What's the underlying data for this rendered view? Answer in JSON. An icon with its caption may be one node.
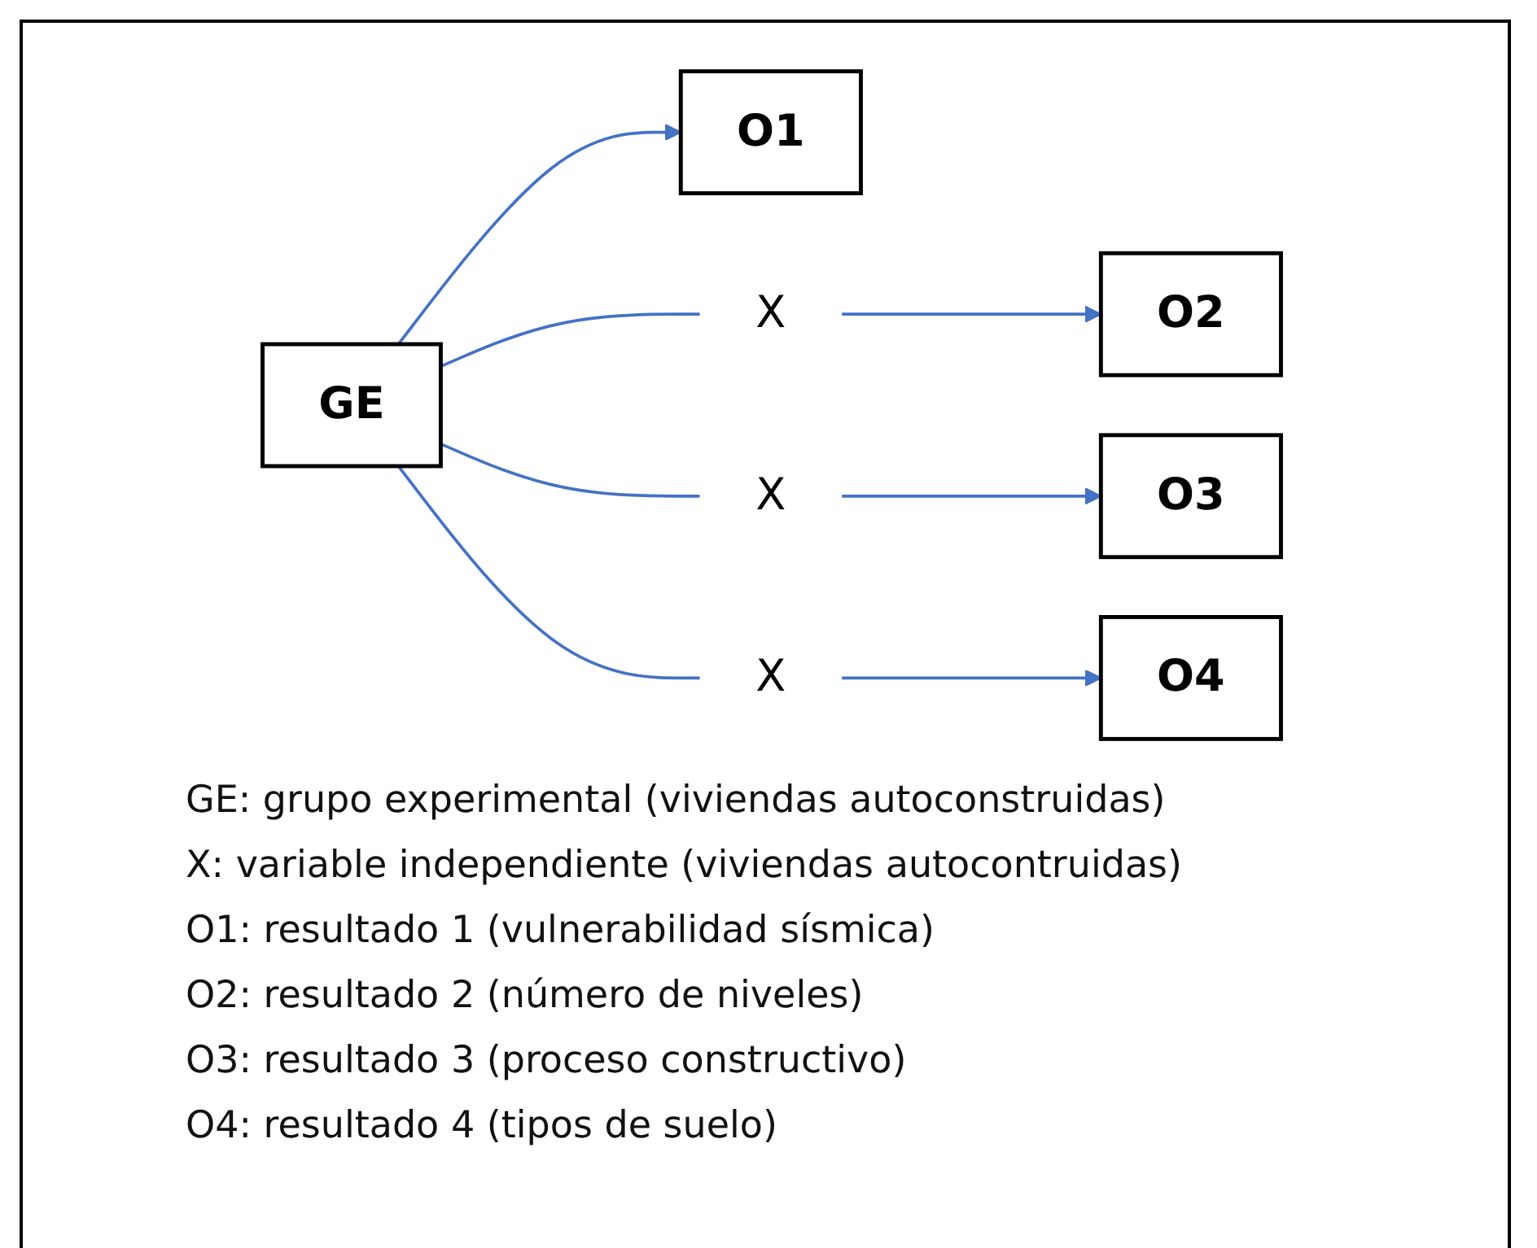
{
  "diagram": {
    "nodes": [
      {
        "text": [
          "GE"
        ]
      },
      {
        "text": [
          "O1"
        ]
      },
      {
        "text": [
          "X"
        ]
      },
      {
        "text": [
          "O2"
        ]
      },
      {
        "text": [
          "X"
        ]
      },
      {
        "text": [
          "O3"
        ]
      },
      {
        "text": [
          "X"
        ]
      },
      {
        "text": [
          "O4"
        ]
      }
    ],
    "edges": [
      {
        "from": 0,
        "to": 1,
        "arrow": "to"
      },
      {
        "from": 0,
        "to": 2,
        "arrow": "none"
      },
      {
        "from": 2,
        "to": 3,
        "arrow": "to"
      },
      {
        "from": 0,
        "to": 4,
        "arrow": "none"
      },
      {
        "from": 4,
        "to": 5,
        "arrow": "to"
      },
      {
        "from": 0,
        "to": 6,
        "arrow": "none"
      },
      {
        "from": 6,
        "to": 7,
        "arrow": "to"
      }
    ],
    "labels": [
      "GE: grupo experimental (viviendas autoconstruidas)",
      "X: variable independiente (viviendas autocontruidas)",
      "O1: resultado 1 (vulnerabilidad sísmica)",
      "O2: resultado 2 (número de niveles)",
      "O3: resultado 3 (proceso constructivo)",
      "O4: resultado 4 (tipos de suelo)"
    ]
  }
}
